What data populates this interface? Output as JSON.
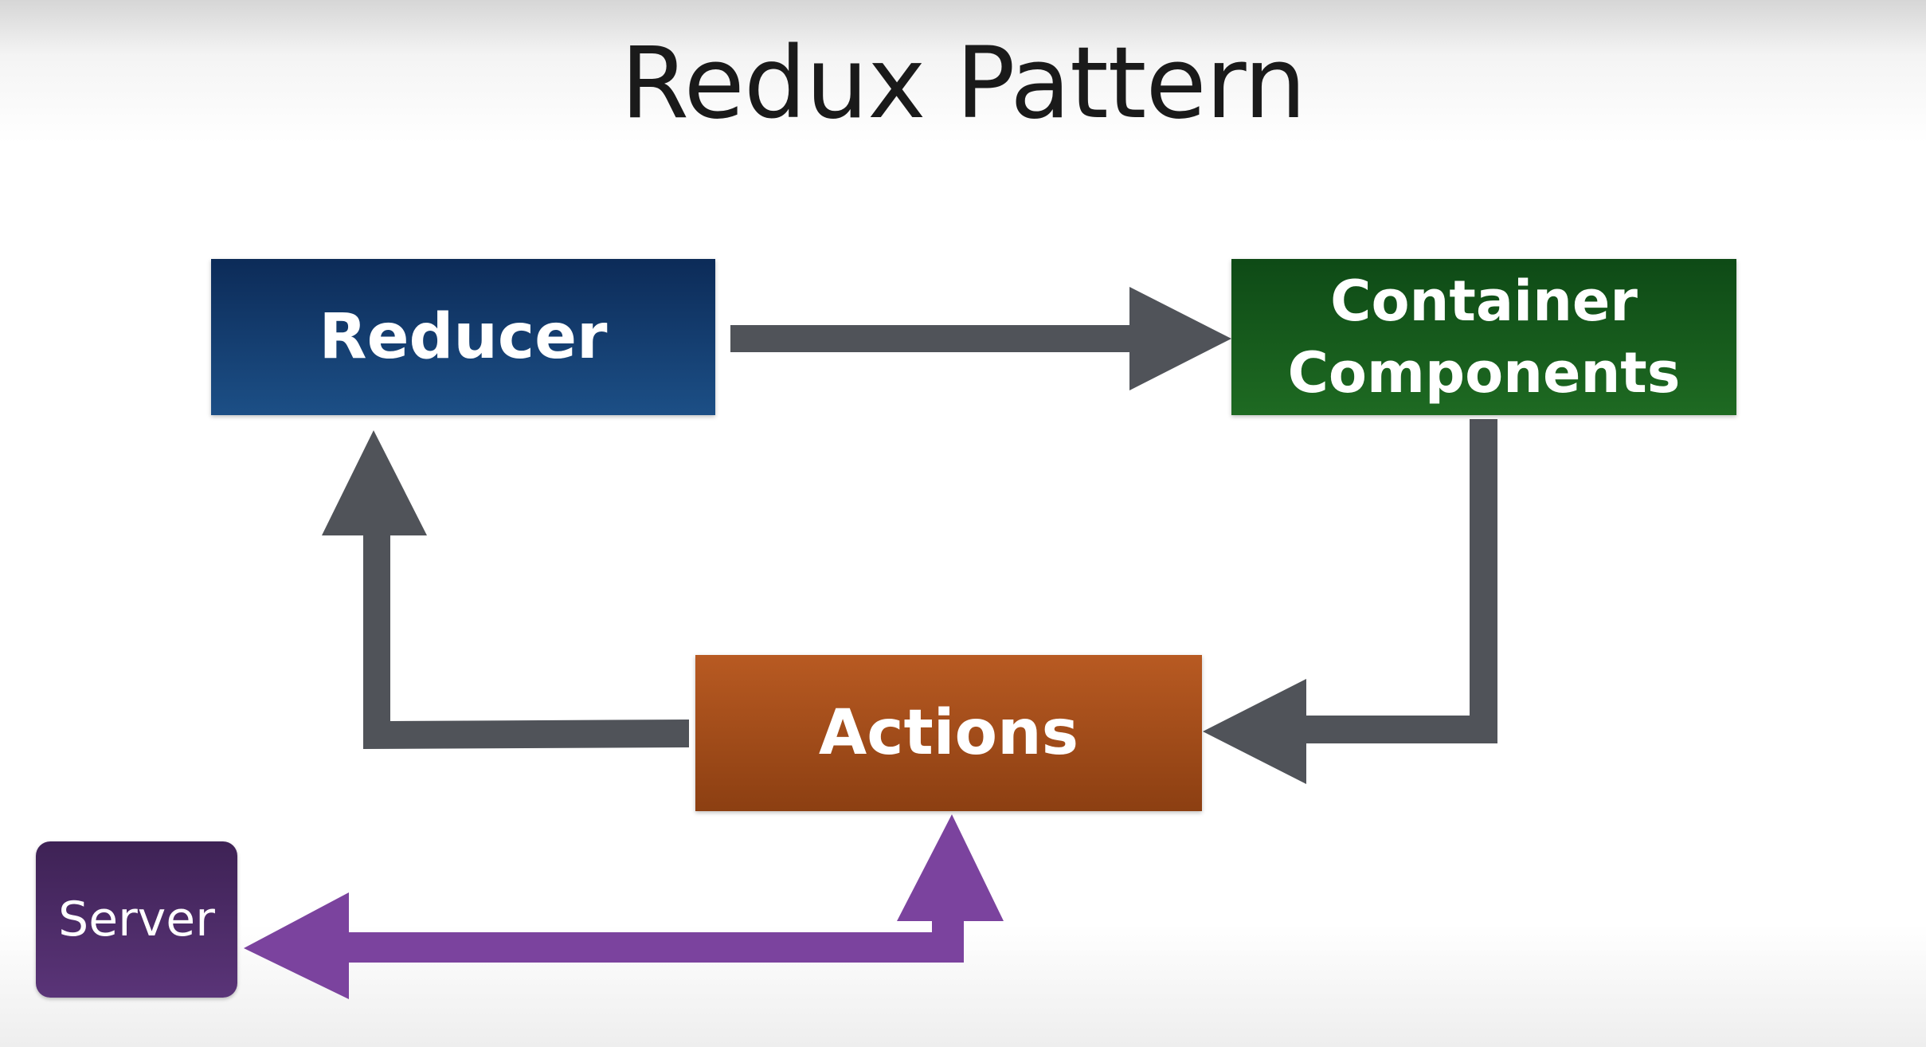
{
  "title": "Redux Pattern",
  "nodes": {
    "reducer": "Reducer",
    "container_line1": "Container",
    "container_line2": "Components",
    "actions": "Actions",
    "server": "Server"
  },
  "edges": [
    {
      "from": "Reducer",
      "to": "Container Components"
    },
    {
      "from": "Container Components",
      "to": "Actions"
    },
    {
      "from": "Actions",
      "to": "Reducer"
    },
    {
      "from": "Server",
      "to": "Actions",
      "bidirectional": true
    }
  ],
  "colors": {
    "reducer": "#1a4a80",
    "container": "#1a5e1f",
    "actions": "#a24c1a",
    "server": "#4a2a68",
    "arrow": "#505359",
    "server_arrow": "#7b439e"
  }
}
